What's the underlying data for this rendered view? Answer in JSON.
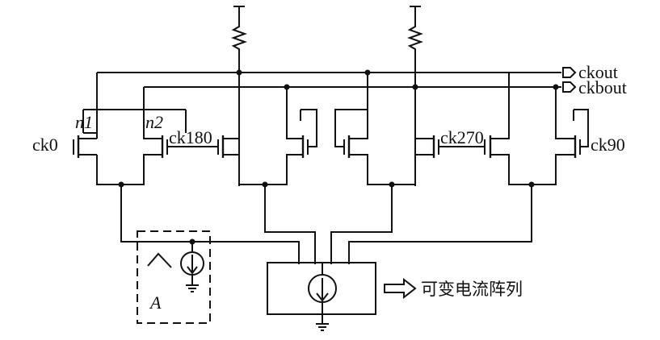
{
  "labels": {
    "ck0": "ck0",
    "n1": "n1",
    "n2": "n2",
    "ck180": "ck180",
    "ck270": "ck270",
    "ck90": "ck90",
    "ckout": "ckout",
    "ckbout": "ckbout",
    "block_a": "A",
    "current_array": "可变电流阵列"
  }
}
